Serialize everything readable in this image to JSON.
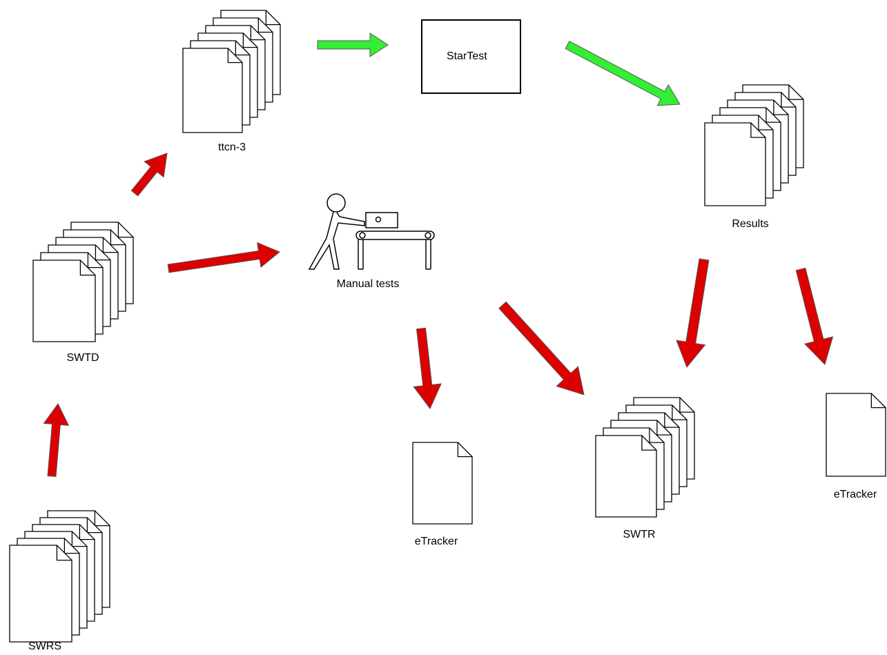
{
  "nodes": {
    "swrs": {
      "label": "SWRS",
      "icon": "document-stack-icon"
    },
    "swtd": {
      "label": "SWTD",
      "icon": "document-stack-icon"
    },
    "ttcn3": {
      "label": "ttcn-3",
      "icon": "document-stack-icon"
    },
    "startest": {
      "label": "StarTest"
    },
    "results": {
      "label": "Results",
      "icon": "document-stack-icon"
    },
    "manual_tests": {
      "label": "Manual tests",
      "icon": "person-conveyor-icon"
    },
    "etracker_left": {
      "label": "eTracker",
      "icon": "document-icon"
    },
    "swtr": {
      "label": "SWTR",
      "icon": "document-stack-icon"
    },
    "etracker_right": {
      "label": "eTracker",
      "icon": "document-icon"
    }
  },
  "colors": {
    "red_arrow": "#dd0000",
    "green_arrow": "#33ee33",
    "outline": "#000000"
  }
}
